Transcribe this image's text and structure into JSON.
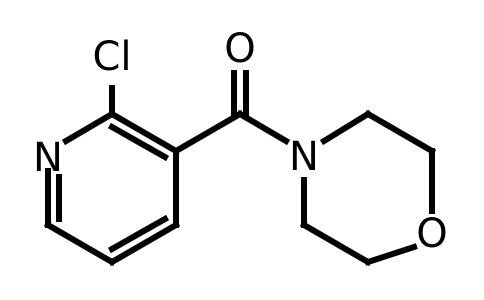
{
  "molecule": {
    "atoms": {
      "chlorine": {
        "label": "Cl"
      },
      "pyridine_nitrogen": {
        "label": "N"
      },
      "carbonyl_oxygen": {
        "label": "O"
      },
      "morpholine_nitrogen": {
        "label": "N"
      },
      "morpholine_oxygen": {
        "label": "O"
      }
    },
    "colors": {
      "bond": "#000000",
      "atom_label": "#000000",
      "background": "#ffffff"
    }
  }
}
